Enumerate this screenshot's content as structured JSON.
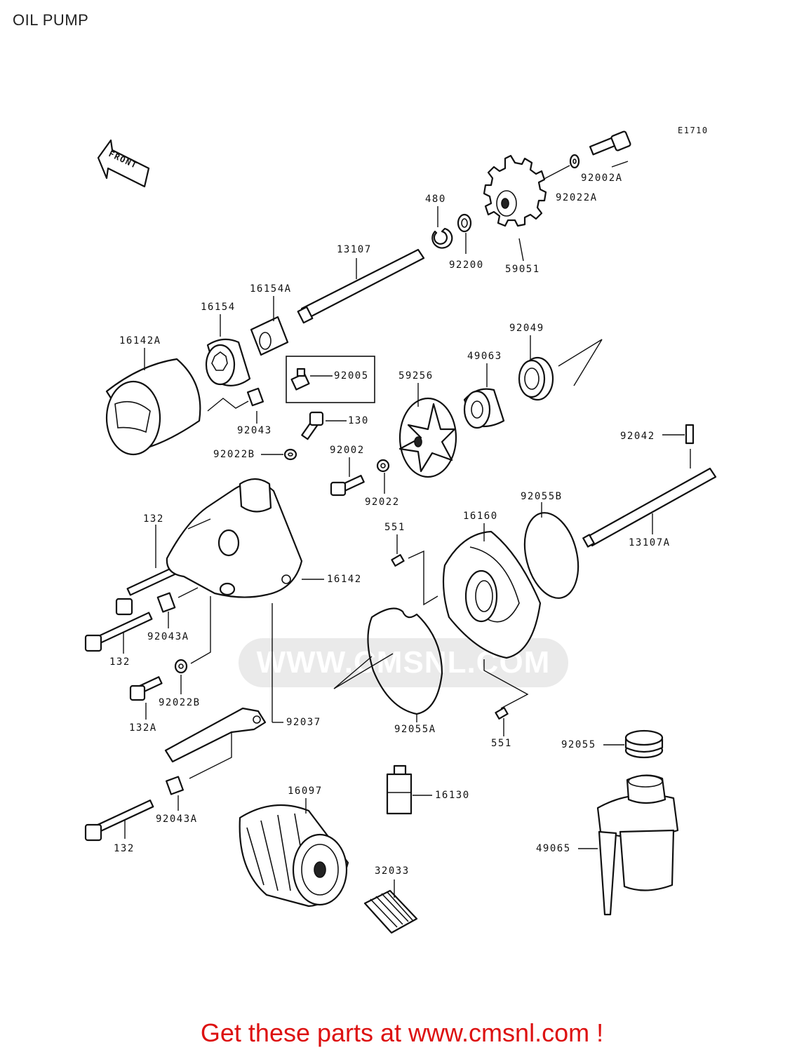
{
  "title": "OIL PUMP",
  "diagram_code": "E1710",
  "front_label": "FRONT",
  "watermark": "WWW.CMSNL.COM",
  "footer": "Get these parts at www.cmsnl.com !",
  "part_labels": {
    "p92002A": "92002A",
    "p92022A": "92022A",
    "p480": "480",
    "p92200": "92200",
    "p59051": "59051",
    "p13107": "13107",
    "p16154A": "16154A",
    "p16154": "16154",
    "p16142A": "16142A",
    "p92049": "92049",
    "p49063": "49063",
    "p92005": "92005",
    "p59256": "59256",
    "p92043": "92043",
    "p130": "130",
    "p92042": "92042",
    "p92022B_top": "92022B",
    "p92002": "92002",
    "p92022": "92022",
    "p92055B": "92055B",
    "p132_top": "132",
    "p551_top": "551",
    "p16160": "16160",
    "p13107A": "13107A",
    "p16142": "16142",
    "p92043A_mid": "92043A",
    "p132_mid": "132",
    "p92022B_bot": "92022B",
    "p132A": "132A",
    "p92037": "92037",
    "p92055A": "92055A",
    "p551_bot": "551",
    "p92055": "92055",
    "p16097": "16097",
    "p16130": "16130",
    "p92043A_bot": "92043A",
    "p132_bot": "132",
    "p49065": "49065",
    "p32033": "32033"
  }
}
